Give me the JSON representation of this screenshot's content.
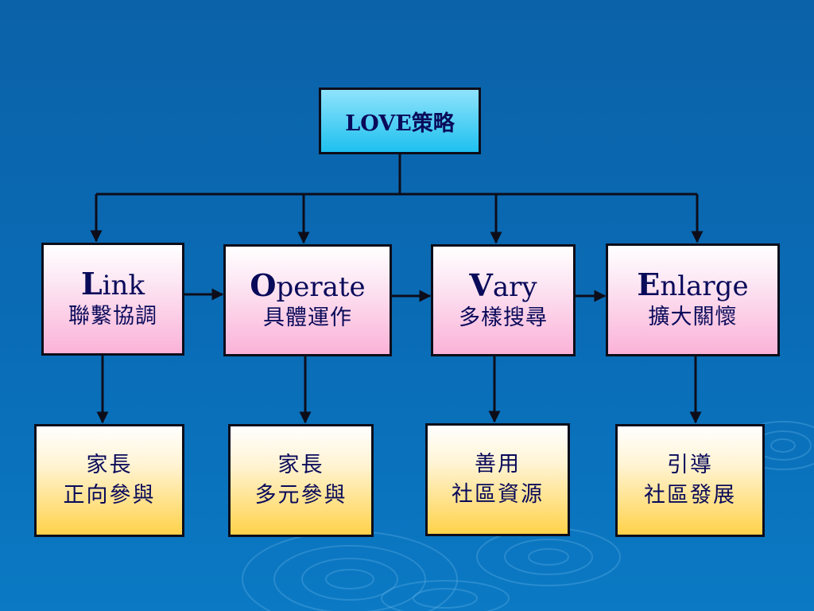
{
  "root": {
    "label": "LOVE策略"
  },
  "strategies": [
    {
      "initial": "L",
      "rest": "ink",
      "zh": "聯繫協調"
    },
    {
      "initial": "O",
      "rest": "perate",
      "zh": "具體運作"
    },
    {
      "initial": "V",
      "rest": "ary",
      "zh": "多樣搜尋"
    },
    {
      "initial": "E",
      "rest": "nlarge",
      "zh": "擴大關懷"
    }
  ],
  "outcomes": [
    {
      "line1": "家長",
      "line2": "正向參與"
    },
    {
      "line1": "家長",
      "line2": "多元參與"
    },
    {
      "line1": "善用",
      "line2": "社區資源"
    },
    {
      "line1": "引導",
      "line2": "社區發展"
    }
  ]
}
